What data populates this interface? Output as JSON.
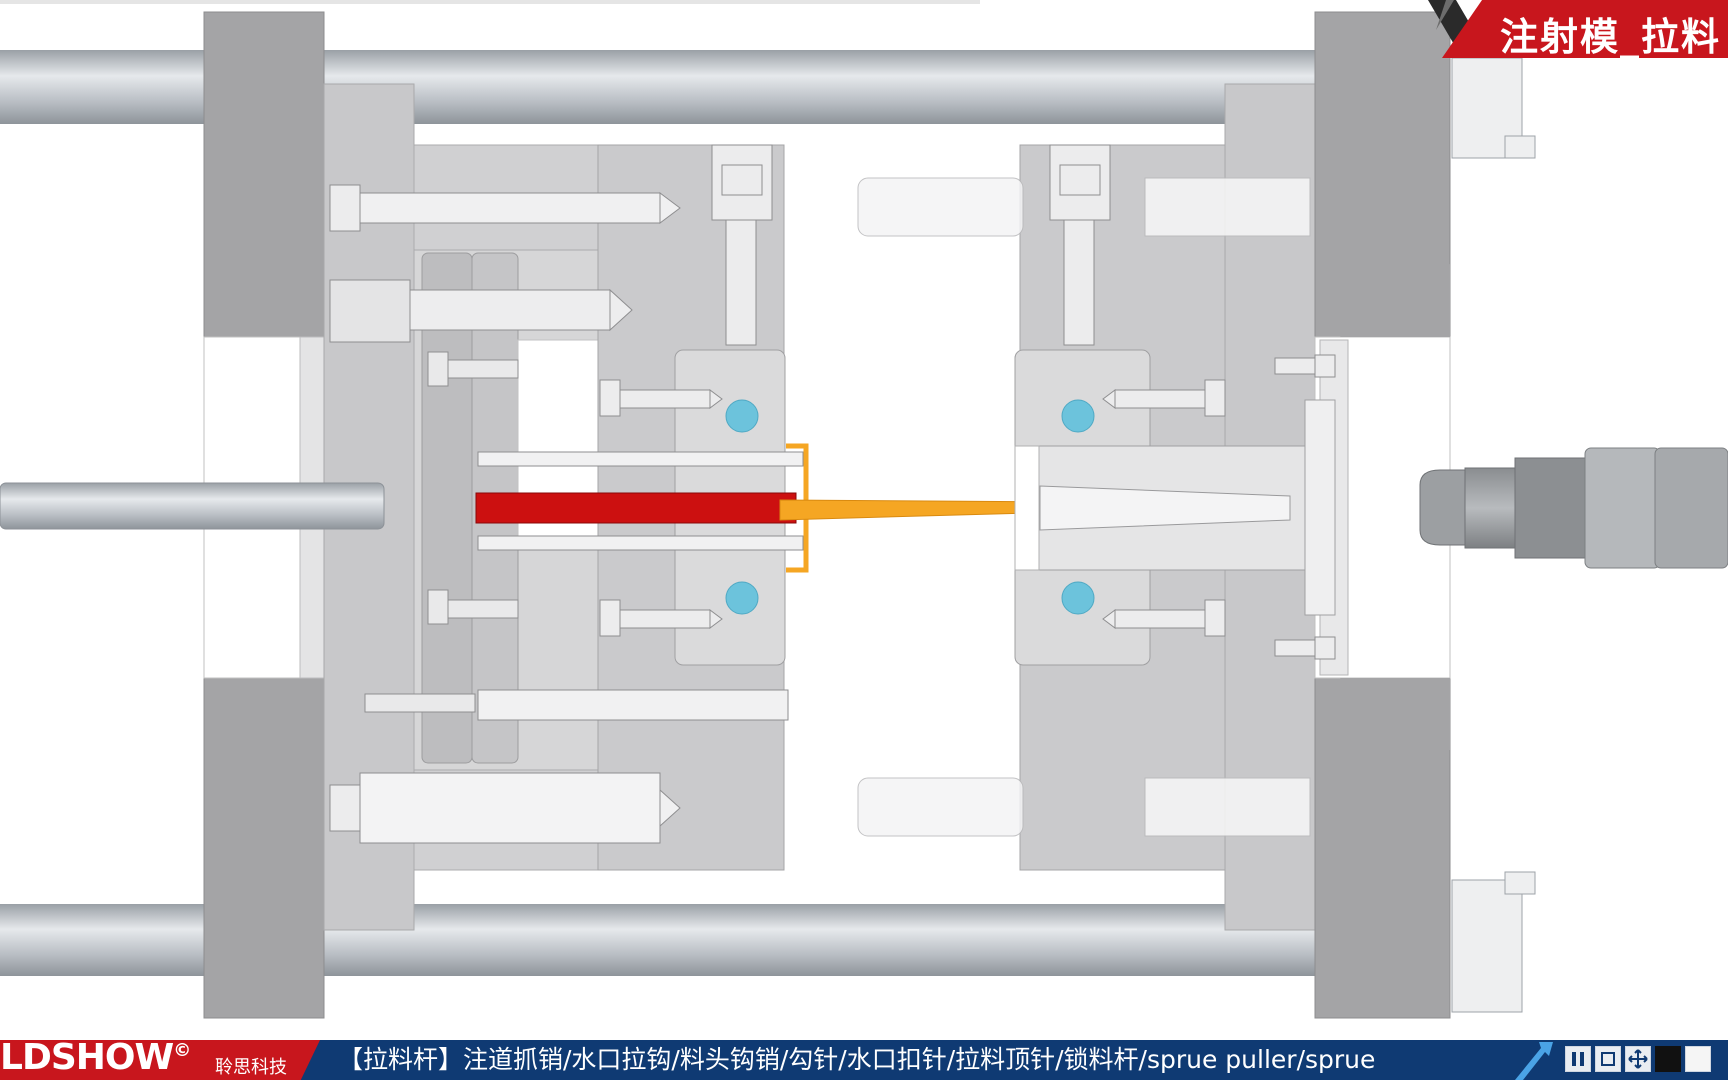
{
  "header": {
    "title": "注射模_拉料"
  },
  "footer": {
    "brand": "LDSHOW",
    "brand_mark": "©",
    "brand_sub": "聆思科技",
    "caption": "【拉料杆】注道抓销/水口拉钩/料头钩销/勾针/水口扣针/拉料顶针/锁料杆/sprue puller/sprue"
  },
  "controls": [
    {
      "name": "pause-icon"
    },
    {
      "name": "stop-icon"
    },
    {
      "name": "fullscreen-icon"
    },
    {
      "name": "black-background-icon"
    },
    {
      "name": "white-background-icon"
    }
  ],
  "colors": {
    "plate_dark": "#a4a4a6",
    "plate_mid": "#c8c8ca",
    "plate_light": "#dededf",
    "plate_lighter": "#ebebec",
    "tie_bar": "#bfc3c8",
    "cooling": "#6cc3dc",
    "sprue_red": "#cc1010",
    "melt_orange": "#f5a623",
    "banner_red": "#c8161d",
    "bar_blue": "#0f3a73"
  }
}
